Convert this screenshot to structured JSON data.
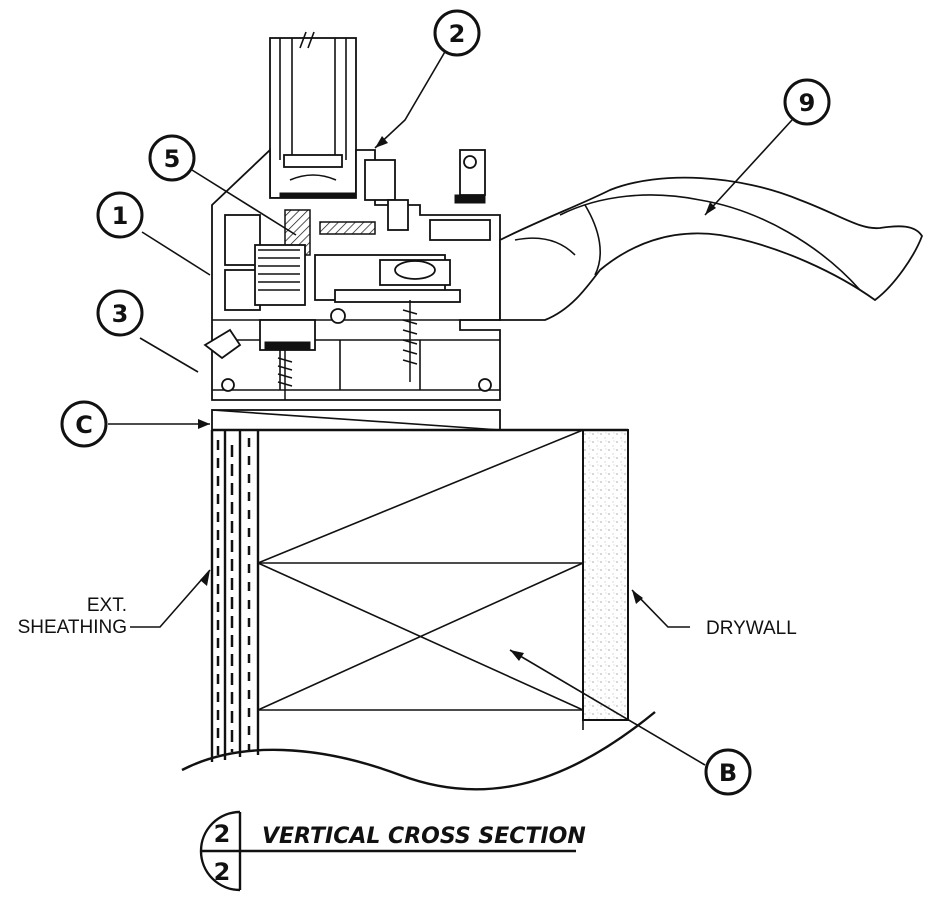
{
  "callouts": {
    "c1": "1",
    "c2": "2",
    "c3": "3",
    "c5": "5",
    "c9": "9",
    "cC": "C",
    "cB": "B"
  },
  "labels": {
    "ext_line1": "EXT.",
    "ext_line2": "SHEATHING",
    "drywall": "DRYWALL"
  },
  "title_block": {
    "detail_number": "2",
    "sheet_number": "2",
    "title": "VERTICAL CROSS SECTION"
  }
}
